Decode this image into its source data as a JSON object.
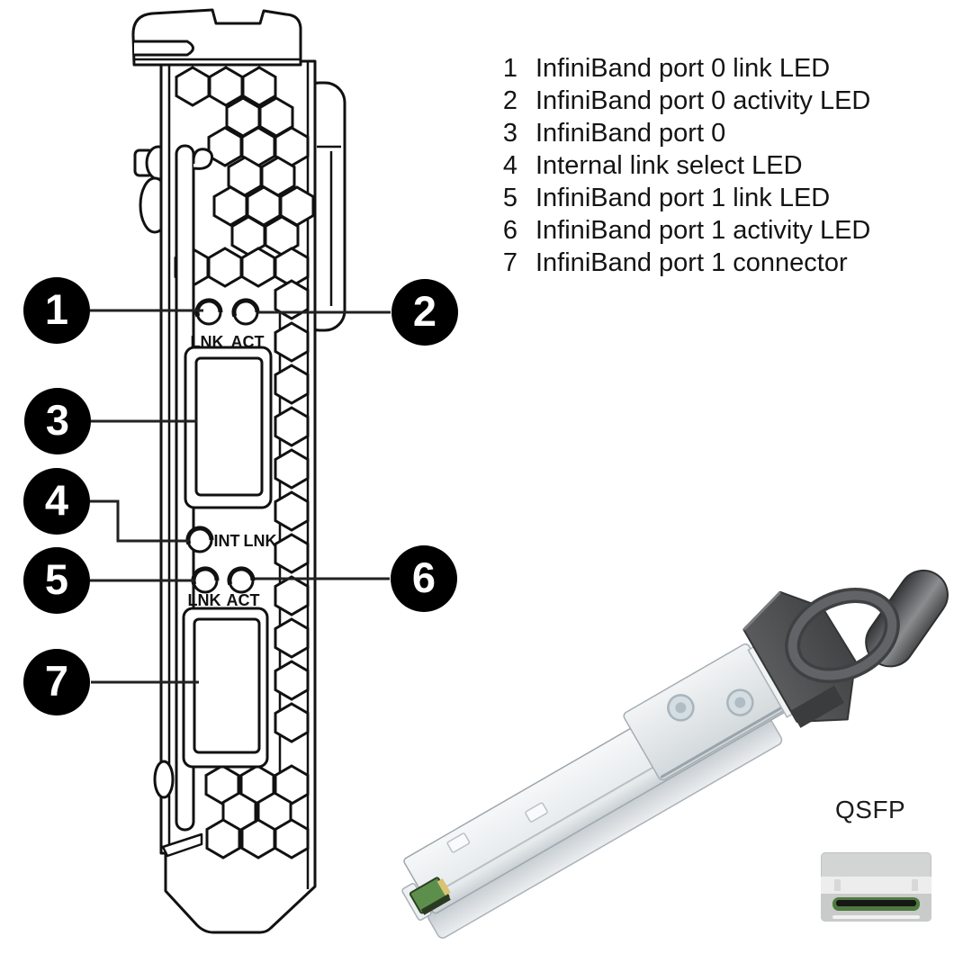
{
  "legend": {
    "items": [
      {
        "number": "1",
        "label": "InfiniBand port 0 link LED"
      },
      {
        "number": "2",
        "label": "InfiniBand port 0 activity LED"
      },
      {
        "number": "3",
        "label": "InfiniBand port 0"
      },
      {
        "number": "4",
        "label": "Internal link select LED"
      },
      {
        "number": "5",
        "label": "InfiniBand port 1 link LED"
      },
      {
        "number": "6",
        "label": "InfiniBand port 1 activity LED"
      },
      {
        "number": "7",
        "label": "InfiniBand port 1 connector"
      }
    ]
  },
  "bracket": {
    "led_labels": {
      "port0_link": "LNK",
      "port0_activity": "ACT",
      "internal": "INT",
      "internal_link": "LNK",
      "port1_link": "LNK",
      "port1_activity": "ACT"
    }
  },
  "qsfp": {
    "caption": "QSFP"
  },
  "colors": {
    "line": "#111111",
    "callout_bg": "#000000",
    "callout_text": "#ffffff",
    "pcb_green": "#5d8f4c",
    "slot_green": "#4f7a3f",
    "tab_gray": "#4d4e50",
    "body_silver": "#e9eced"
  }
}
